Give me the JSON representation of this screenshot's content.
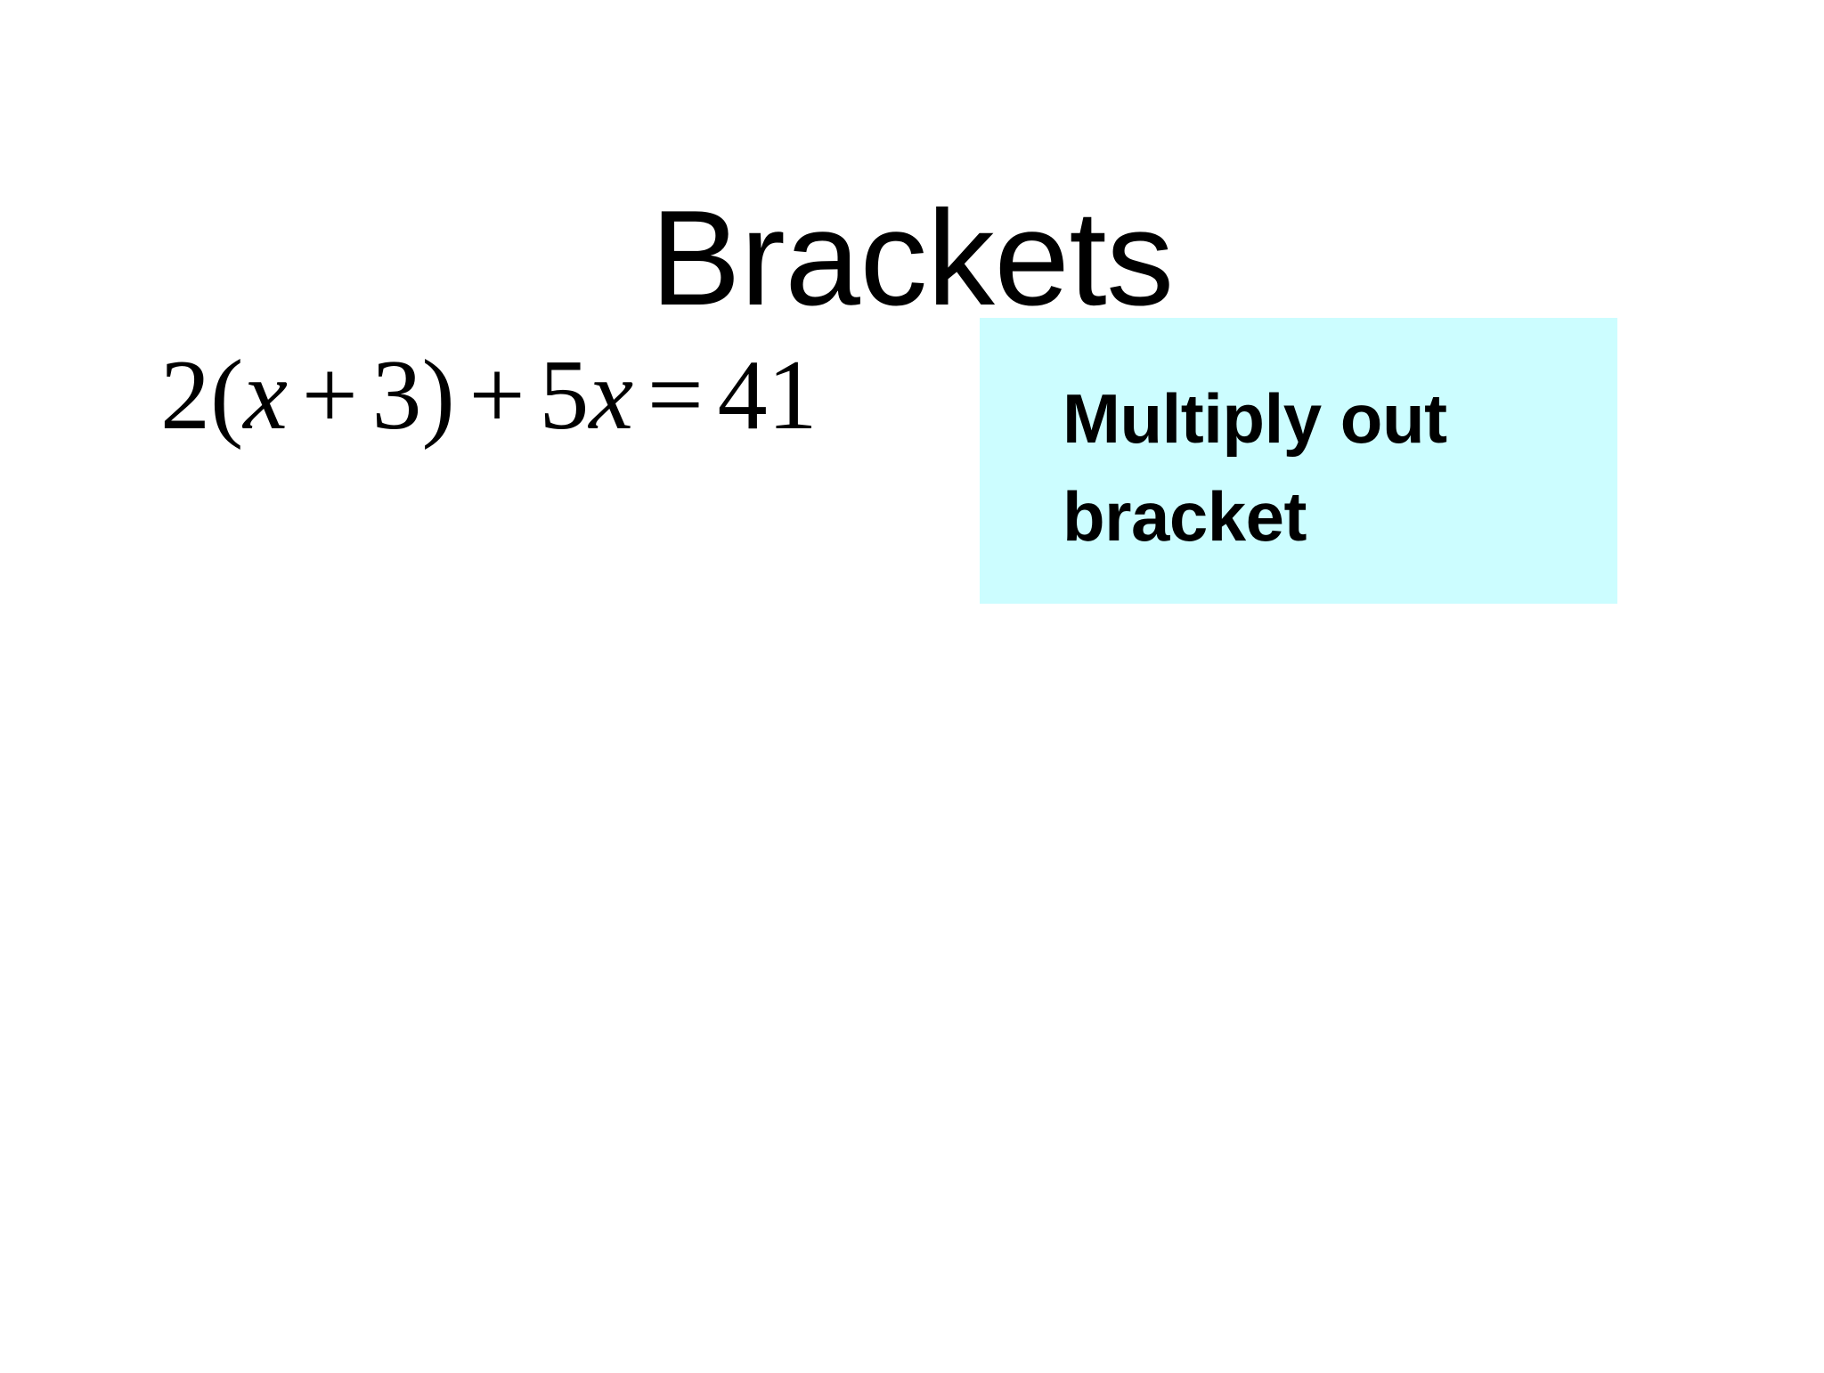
{
  "slide": {
    "background_color": "#FFFFFF",
    "title": "Brackets",
    "equation": {
      "full_text": "2(x + 3) + 5x = 41",
      "tokens": {
        "coefficient": "2",
        "open_paren": "(",
        "variable_1": "x",
        "plus_1": "+",
        "constant_inside": "3",
        "close_paren": ")",
        "plus_2": "+",
        "coefficient_2": "5",
        "variable_2": "x",
        "equals": "=",
        "result": "41"
      }
    },
    "callout": {
      "text": "Multiply out bracket",
      "line_1": "Multiply out",
      "line_2": "bracket",
      "background_color": "#CCFDFF",
      "text_color": "#000000"
    }
  }
}
